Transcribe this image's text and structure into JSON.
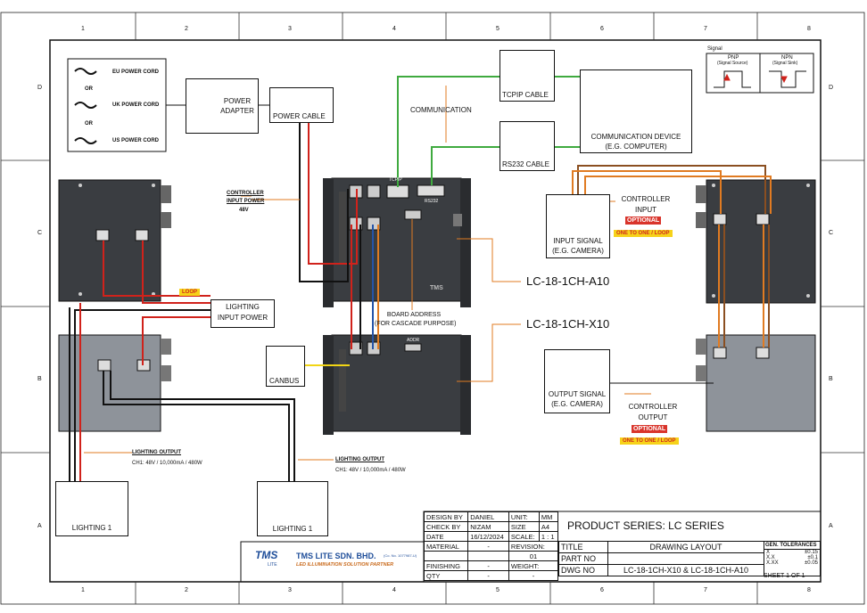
{
  "frame": {
    "columns": [
      "1",
      "2",
      "3",
      "4",
      "5",
      "6",
      "7",
      "8"
    ],
    "rows": [
      "D",
      "C",
      "B",
      "A"
    ]
  },
  "power_cords": {
    "items": [
      "EU POWER CORD",
      "UK POWER CORD",
      "US POWER CORD"
    ],
    "or_text": "OR"
  },
  "labels": {
    "power_adapter": "POWER ADAPTER",
    "power_cable": "POWER CABLE",
    "communication": "COMMUNICATION",
    "tcpip_cable": "TCPIP CABLE",
    "rs232_cable": "RS232 CABLE",
    "comm_device_1": "COMMUNICATION DEVICE",
    "comm_device_2": "(E.G. COMPUTER)",
    "controller_input_power_1": "CONTROLLER",
    "controller_input_power_2": "INPUT POWER",
    "controller_input_power_3": "48V",
    "controller_input_1": "CONTROLLER",
    "controller_input_2": "INPUT",
    "optional_1": "OPTIONAL",
    "one_to_one_loop_1": "ONE TO ONE / LOOP",
    "input_signal_1": "INPUT SIGNAL",
    "input_signal_2": "(E.G. CAMERA)",
    "model_a10": "LC-18-1CH-A10",
    "model_x10": "LC-18-1CH-X10",
    "board_address_1": "BOARD ADDRESS",
    "board_address_2": "(FOR CASCADE PURPOSE)",
    "loop_tag": "LOOP",
    "lighting_input_power_1": "LIGHTING",
    "lighting_input_power_2": "INPUT POWER",
    "canbus": "CANBUS",
    "output_signal_1": "OUTPUT SIGNAL",
    "output_signal_2": "(E.G. CAMERA)",
    "controller_output_1": "CONTROLLER",
    "controller_output_2": "OUTPUT",
    "optional_2": "OPTIONAL",
    "one_to_one_loop_2": "ONE TO ONE / LOOP",
    "lighting_output_left_title": "LIGHTING OUTPUT",
    "lighting_output_left_spec": "CH1: 48V / 10,000mA / 480W",
    "lighting_output_mid_title": "LIGHTING OUTPUT",
    "lighting_output_mid_spec": "CH1: 48V / 10,000mA / 480W",
    "lighting_1_left": "LIGHTING 1",
    "lighting_1_mid": "LIGHTING 1",
    "device_tcpip": "TCPIP",
    "device_rs232": "RS232",
    "device_addr": "ADDR",
    "device_brand": "TMS"
  },
  "signal_legend": {
    "title": "Signal",
    "pnp": "PNP",
    "pnp_sub": "(Signal Source)",
    "npn": "NPN",
    "npn_sub": "(Signal Sink)"
  },
  "company": {
    "logo": "TMS",
    "logo_sub": "LITE",
    "name": "TMS LITE SDN. BHD.",
    "reg": "(Co. No. 1077987-U)",
    "tagline": "LED ILLUMINATION SOLUTION PARTNER"
  },
  "title_block": {
    "design_by_label": "DESIGN BY",
    "design_by": "DANIEL",
    "check_by_label": "CHECK BY",
    "check_by": "NIZAM",
    "date_label": "DATE",
    "date": "16/12/2024",
    "material_label": "MATERIAL",
    "material": "-",
    "finishing_label": "FINISHING",
    "finishing": "-",
    "qty_label": "QTY",
    "qty": "-",
    "unit_label": "UNIT:",
    "unit": "MM",
    "size_label": "SIZE",
    "size": "A4",
    "scale_label": "SCALE:",
    "scale": "1 : 1",
    "revision_label": "REVISION:",
    "revision": "01",
    "weight_label": "WEIGHT:",
    "weight": "-",
    "product_series": "PRODUCT SERIES: LC SERIES",
    "title_label": "TITLE",
    "title": "DRAWING LAYOUT",
    "part_no_label": "PART NO",
    "part_no": "",
    "dwg_no_label": "DWG NO",
    "dwg_no": "LC-18-1CH-X10 & LC-18-1CH-A10",
    "gen_tol_label": "GEN. TOLERANCES",
    "tol": [
      [
        "X",
        "±0.15"
      ],
      [
        "X.X",
        "±0.1"
      ],
      [
        "X.XX",
        "±0.05"
      ]
    ],
    "sheet": "SHEET 1 OF 1"
  },
  "colors": {
    "power": "#d0221b",
    "black_wire": "#111111",
    "green_wire": "#3faa3f",
    "orange_wire": "#e07b22",
    "brown_wire": "#8b4f21",
    "blue_wire": "#2554a8",
    "yellow_wire": "#f2d515",
    "device_dark": "#3a3d41",
    "device_light": "#8e939a",
    "leader": "#e07b22"
  }
}
